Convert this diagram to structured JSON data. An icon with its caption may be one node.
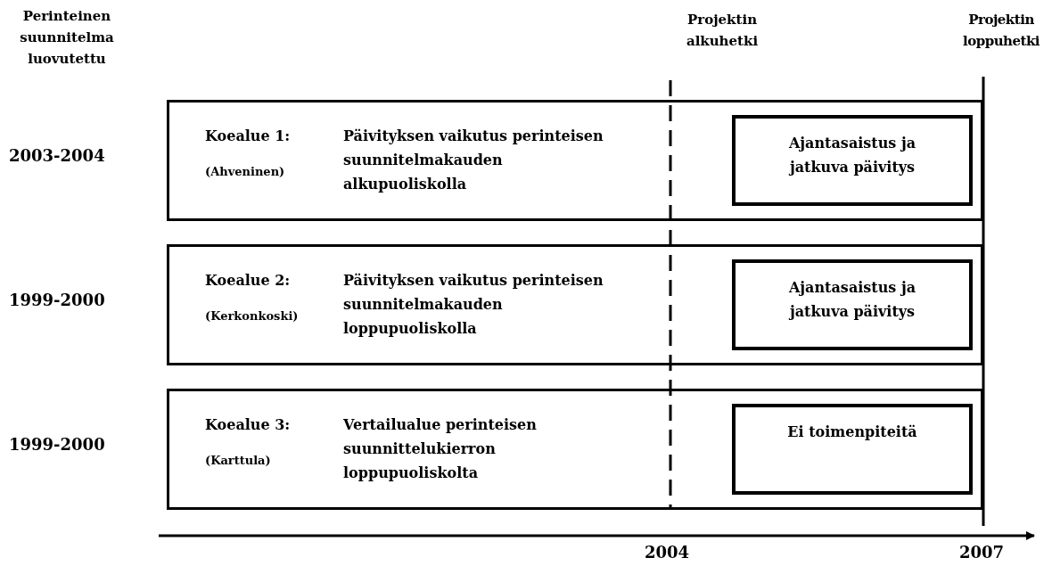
{
  "diagram": {
    "nodes": [
      {
        "text": [
          "Koealue 1:",
          "(Ahveninen)",
          "Päivityksen vaikutus perinteisen suunnitelmakauden alkupuoliskolla"
        ],
        "beside": [
          "2003-2004"
        ]
      },
      {
        "text": [
          "Ajantasaistus ja jatkuva päivitys"
        ],
        "in": 0
      },
      {
        "text": [
          "Koealue 2:",
          "(Kerkonkoski)",
          "Päivityksen vaikutus perinteisen suunnitelmakauden loppupuoliskolla"
        ],
        "beside": [
          "1999-2000"
        ]
      },
      {
        "text": [
          "Ajantasaistus ja jatkuva päivitys"
        ],
        "in": 2
      },
      {
        "text": [
          "Koealue 3:",
          "(Karttula)",
          "Vertailualue perinteisen suunnittelukierron loppupuoliskolta"
        ],
        "beside": [
          "1999-2000"
        ]
      },
      {
        "text": [
          "Ei toimenpiteitä"
        ],
        "in": 4
      }
    ],
    "edges": [],
    "labels": [
      "Perinteinen suunnitelma luovutettu",
      "Projektin alkuhetki",
      "Projektin loppuhetki",
      "2004",
      "2007"
    ]
  }
}
